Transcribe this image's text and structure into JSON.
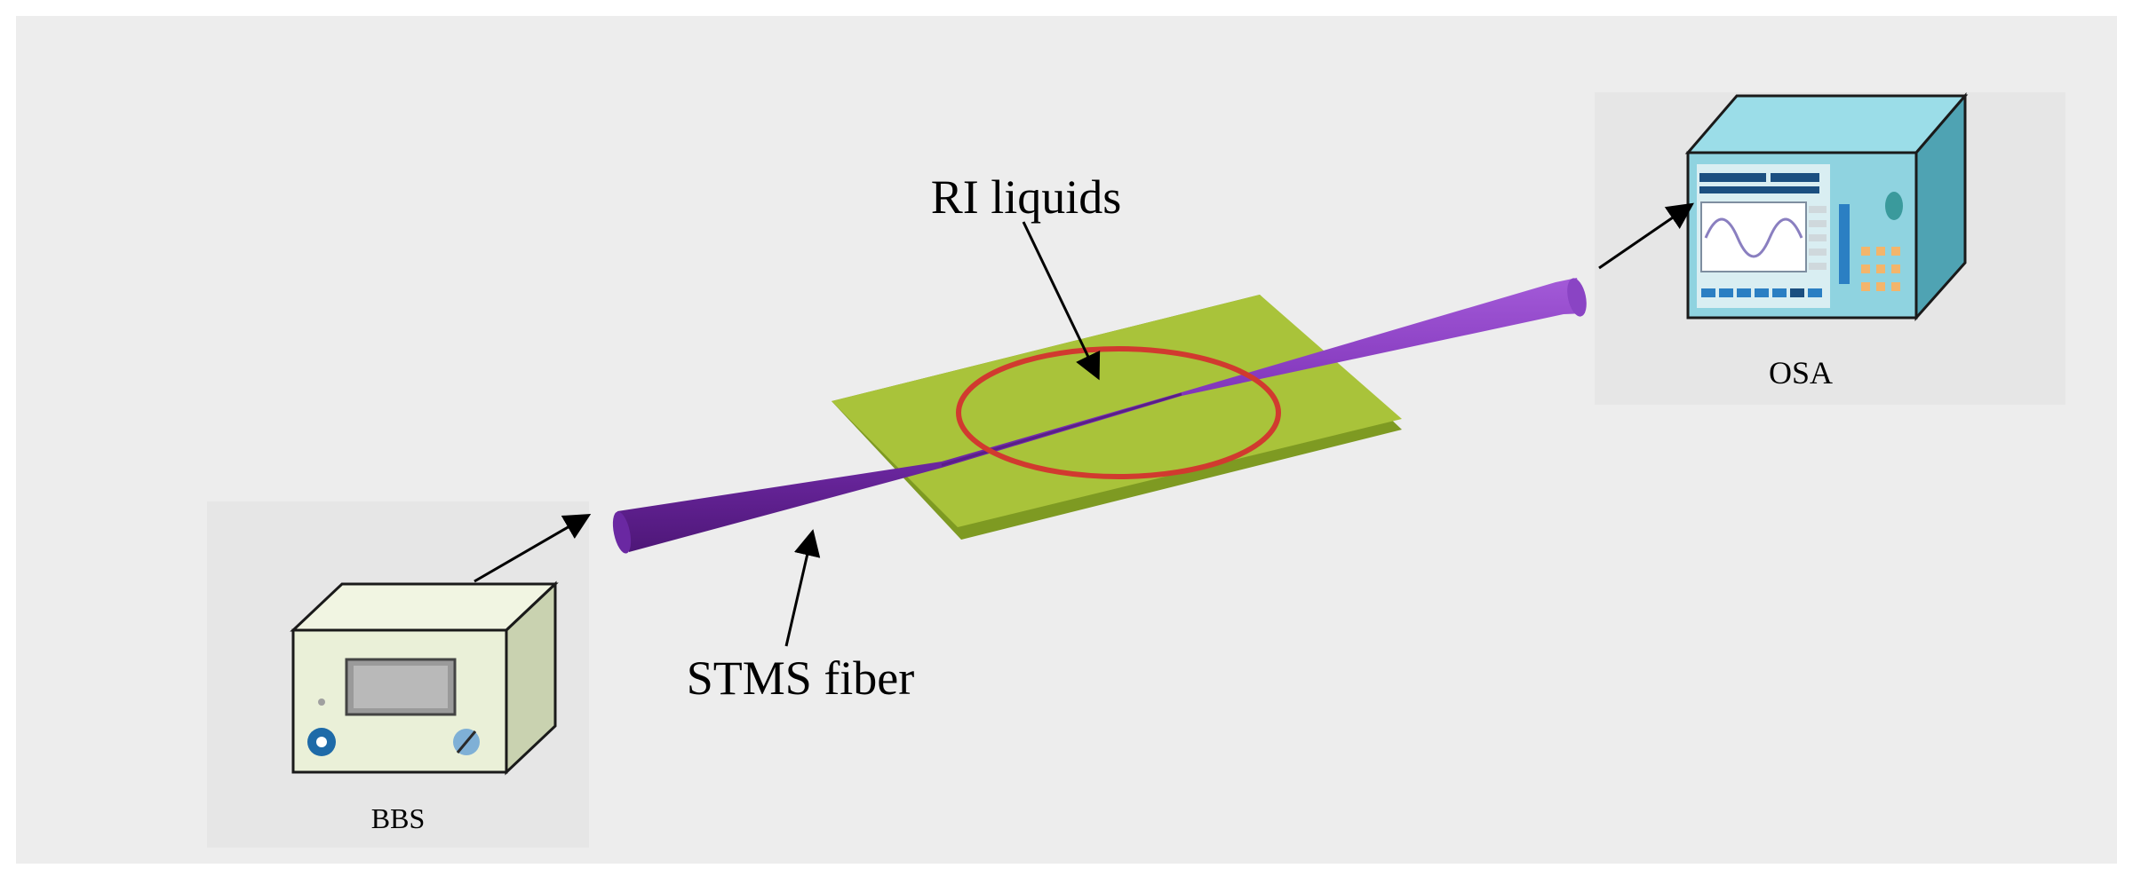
{
  "labels": {
    "ri_liquids": "RI liquids",
    "stms_fiber": "STMS fiber",
    "osa": "OSA",
    "bbs": "BBS"
  },
  "colors": {
    "background": "#ededed",
    "panel": "#e6e6e6",
    "fiber": "#7b2fb5",
    "fiber_dark": "#5a1e88",
    "fiber_light": "#a35ad8",
    "slide": "#a9c33a",
    "slide_side": "#7e9a22",
    "ring": "#d13a2f",
    "bbs_body": "#eaf0d8",
    "bbs_side": "#c9d2b0",
    "osa_body": "#8fd3e0",
    "osa_side": "#4fa3b3",
    "osa_front": "#d9eef2",
    "arrow": "#000000"
  },
  "icons": [
    "bbs-device-icon",
    "osa-device-icon",
    "sine-wave-icon",
    "knob-icon"
  ]
}
